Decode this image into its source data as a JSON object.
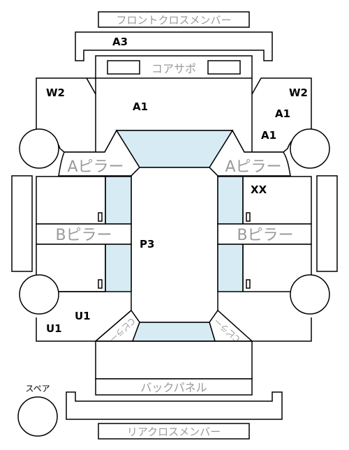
{
  "labels": {
    "front_cross_member": "フロントクロスメンバー",
    "core_support": "コアサポ",
    "a_pillar_left": "Aピラー",
    "a_pillar_right": "Aピラー",
    "b_pillar_left": "Bピラー",
    "b_pillar_right": "Bピラー",
    "c_pillar_left": "Cピラー",
    "c_pillar_right": "Cピラー",
    "back_panel": "バックパネル",
    "rear_cross_member": "リアクロスメンバー",
    "spare": "スペア"
  },
  "codes": {
    "a3": "A3",
    "w2_left": "W2",
    "w2_right": "W2",
    "a1_hood": "A1",
    "a1_right_fender": "A1",
    "a1_right_door": "A1",
    "xx": "XX",
    "p3": "P3",
    "u1_rear_door": "U1",
    "u1_quarter": "U1"
  },
  "colors": {
    "line": "#000000",
    "glass": "#d6ebf3",
    "label_gray": "#9a9a9a"
  }
}
